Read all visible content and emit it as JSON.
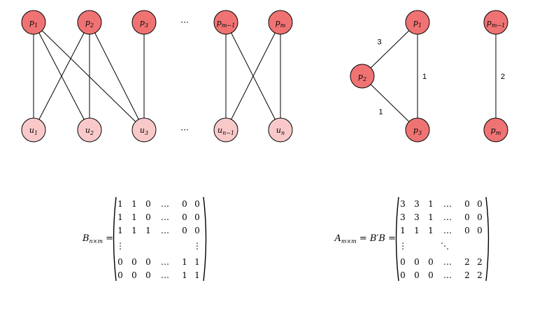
{
  "colors": {
    "product_fill": "#f07373",
    "user_fill": "#f9c9c9",
    "stroke": "#000000"
  },
  "bipartite": {
    "products": [
      {
        "base": "p",
        "sub": "1"
      },
      {
        "base": "p",
        "sub": "2"
      },
      {
        "base": "p",
        "sub": "3"
      },
      {
        "base": "p",
        "sub": "m−1"
      },
      {
        "base": "p",
        "sub": "m"
      }
    ],
    "users": [
      {
        "base": "u",
        "sub": "1"
      },
      {
        "base": "u",
        "sub": "2"
      },
      {
        "base": "u",
        "sub": "3"
      },
      {
        "base": "u",
        "sub": "n−1"
      },
      {
        "base": "u",
        "sub": "n"
      }
    ],
    "ellipsis": "···",
    "edges": [
      [
        0,
        0
      ],
      [
        0,
        1
      ],
      [
        0,
        2
      ],
      [
        1,
        0
      ],
      [
        1,
        1
      ],
      [
        1,
        2
      ],
      [
        2,
        2
      ],
      [
        3,
        3
      ],
      [
        3,
        4
      ],
      [
        4,
        3
      ],
      [
        4,
        4
      ]
    ]
  },
  "projection": {
    "nodes": [
      {
        "base": "p",
        "sub": "1"
      },
      {
        "base": "p",
        "sub": "2"
      },
      {
        "base": "p",
        "sub": "3"
      },
      {
        "base": "p",
        "sub": "m−1"
      },
      {
        "base": "p",
        "sub": "m"
      }
    ],
    "edges": [
      {
        "from": 1,
        "to": 0,
        "weight": "3"
      },
      {
        "from": 0,
        "to": 2,
        "weight": "1"
      },
      {
        "from": 1,
        "to": 2,
        "weight": "1"
      },
      {
        "from": 3,
        "to": 4,
        "weight": "2"
      }
    ]
  },
  "matrix_B": {
    "name": "B",
    "sub": "n×m",
    "rhs": "",
    "rows": [
      [
        "1",
        "1",
        "0",
        "…",
        "0",
        "0"
      ],
      [
        "1",
        "1",
        "0",
        "…",
        "0",
        "0"
      ],
      [
        "1",
        "1",
        "1",
        "…",
        "0",
        "0"
      ],
      [
        "⋮",
        "",
        "",
        "",
        "",
        "⋮"
      ],
      [
        "0",
        "0",
        "0",
        "…",
        "1",
        "1"
      ],
      [
        "0",
        "0",
        "0",
        "…",
        "1",
        "1"
      ]
    ]
  },
  "matrix_A": {
    "name": "A",
    "sub": "m×m",
    "rhs": "B′B",
    "rows": [
      [
        "3",
        "3",
        "1",
        "…",
        "0",
        "0"
      ],
      [
        "3",
        "3",
        "1",
        "…",
        "0",
        "0"
      ],
      [
        "1",
        "1",
        "1",
        "…",
        "0",
        "0"
      ],
      [
        "⋮",
        "",
        "",
        "⋱",
        "",
        ""
      ],
      [
        "0",
        "0",
        "0",
        "…",
        "2",
        "2"
      ],
      [
        "0",
        "0",
        "0",
        "…",
        "2",
        "2"
      ]
    ]
  }
}
